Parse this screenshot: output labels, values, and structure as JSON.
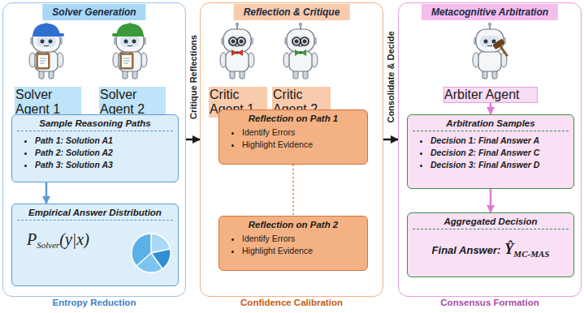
{
  "diagram": {
    "nodes": [
      {
        "text": [
          "Solver Generation",
          "Entropy Reduction"
        ]
      },
      {
        "text": [
          "Solver Agent 1"
        ],
        "in": 0
      },
      {
        "text": [
          "Solver Agent 2"
        ],
        "in": 0
      },
      {
        "text": [
          "Sample Reasoning Paths",
          "Path 1: Solution A1",
          "Path 2: Solution A2",
          "Path 3: Solution A3"
        ],
        "in": 0
      },
      {
        "text": [
          "Empirical Answer Distribution",
          "P",
          "Solver",
          "(y|x)"
        ],
        "in": 0
      },
      {
        "text": [
          "Reflection & Critique",
          "Confidence Calibration"
        ]
      },
      {
        "text": [
          "Critic Agent 1"
        ],
        "in": 5
      },
      {
        "text": [
          "Critic Agent 2"
        ],
        "in": 5
      },
      {
        "text": [
          "Reflection on Path 1",
          "Identify Errors",
          "Highlight Evidence"
        ],
        "in": 5
      },
      {
        "text": [
          "Reflection on Path 2",
          "Identify Errors",
          "Highlight Evidence"
        ],
        "in": 5
      },
      {
        "text": [
          "Metacognitive Arbitration",
          "Consensus Formation"
        ]
      },
      {
        "text": [
          "Arbiter Agent"
        ],
        "in": 10
      },
      {
        "text": [
          "Arbitration Samples",
          "Decision 1: Final Answer A",
          "Decision 2: Final Answer C",
          "Decision 3: Final Answer D"
        ],
        "in": 10
      },
      {
        "text": [
          "Aggregated Decision",
          "Final Answer:",
          "Ŷ",
          "MC-MAS"
        ],
        "in": 10
      }
    ],
    "edges": [
      {
        "from": 0,
        "to": 5,
        "arrow": "to",
        "label": "Critique Reflections"
      },
      {
        "from": 5,
        "to": 10,
        "arrow": "to",
        "label": "Consolidate & Decide"
      },
      {
        "from": 1,
        "to": 3,
        "arrow": "to"
      },
      {
        "from": 3,
        "to": 4,
        "arrow": "to"
      },
      {
        "from": 6,
        "to": 8,
        "arrow": "to"
      },
      {
        "from": 8,
        "to": 9,
        "arrow": "none"
      },
      {
        "from": 11,
        "to": 12,
        "arrow": "to"
      },
      {
        "from": 12,
        "to": 13,
        "arrow": "to"
      }
    ]
  }
}
